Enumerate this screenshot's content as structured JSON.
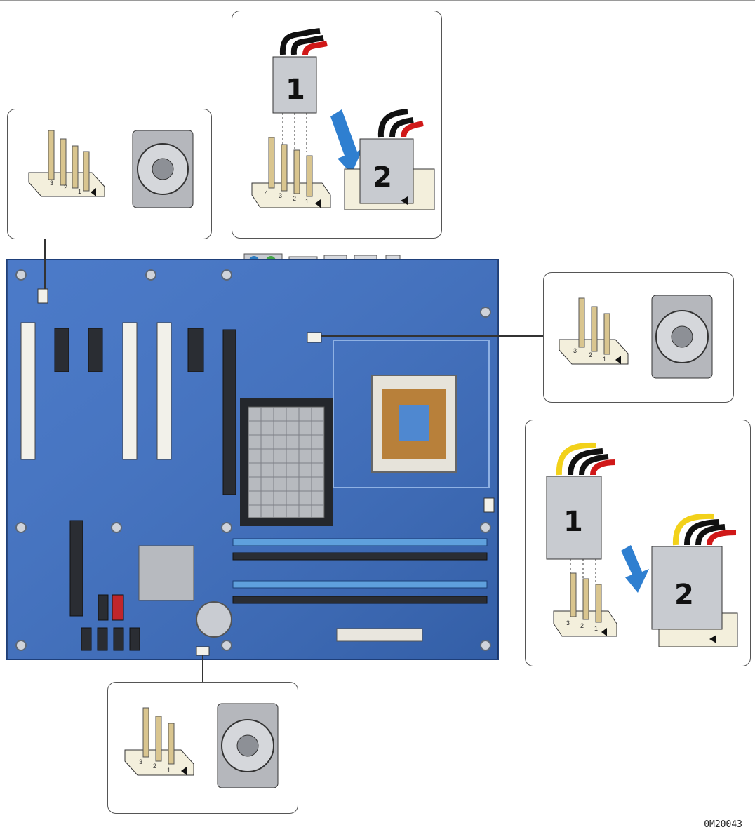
{
  "figure_id": "0M20043",
  "colors": {
    "board": "#3c6fc4",
    "board_edge": "#1e3f7a",
    "wire_red": "#d01818",
    "wire_black": "#111111",
    "wire_yellow": "#f2d11a",
    "arrow": "#2f7fd0",
    "pin_gold": "#d9c58f",
    "socket_copper": "#b8803a"
  },
  "callouts": [
    {
      "id": "fan-header-3pin-top-left",
      "icon": "fan-icon",
      "pins": [
        "3",
        "2",
        "1"
      ]
    },
    {
      "id": "fan-header-4pin-connect-top",
      "icon": "arrow-down-icon",
      "pins": [
        "4",
        "3",
        "2",
        "1"
      ],
      "plug_labels": [
        "1",
        "2"
      ]
    },
    {
      "id": "fan-header-3pin-right",
      "icon": "fan-icon",
      "pins": [
        "3",
        "2",
        "1"
      ]
    },
    {
      "id": "fan-header-3pin-connect-right",
      "icon": "arrow-down-icon",
      "pins": [
        "3",
        "2",
        "1"
      ],
      "plug_labels": [
        "1",
        "2"
      ]
    },
    {
      "id": "fan-header-3pin-bottom",
      "icon": "fan-icon",
      "pins": [
        "3",
        "2",
        "1"
      ]
    }
  ]
}
